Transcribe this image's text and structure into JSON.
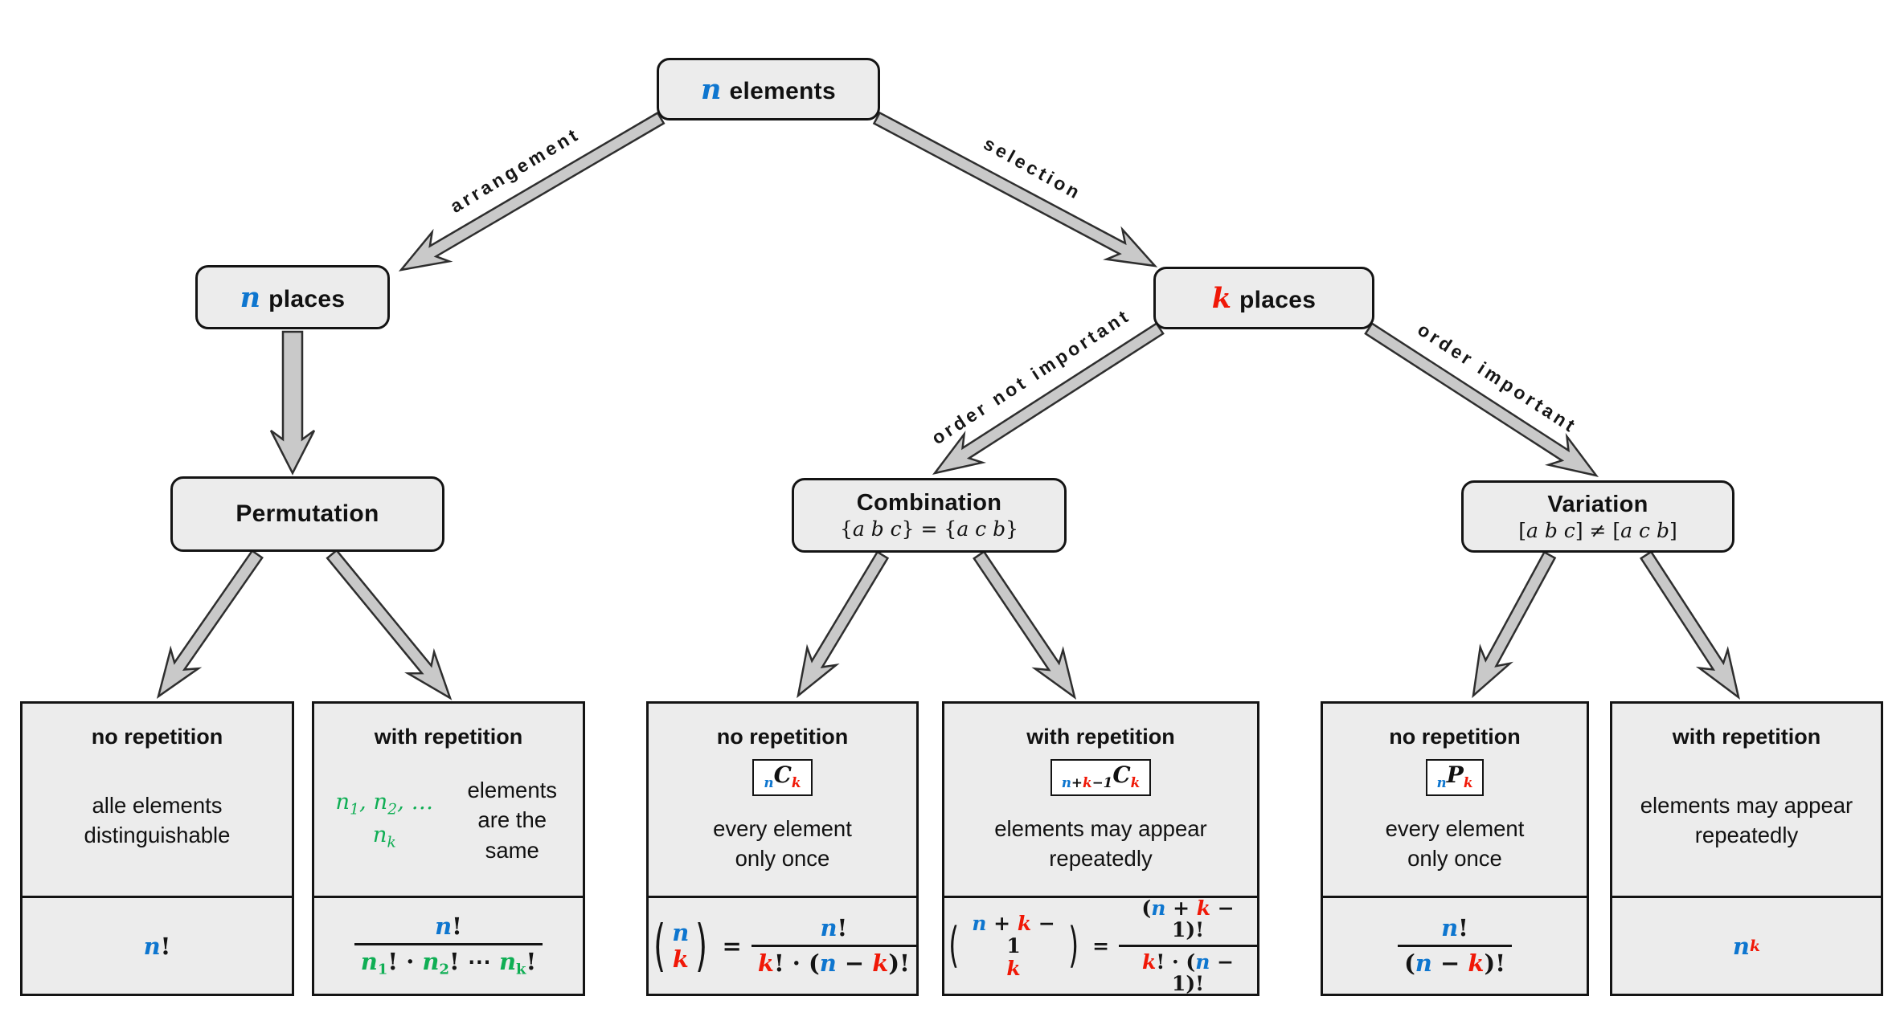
{
  "colors": {
    "math_blue": "#0e76cf",
    "math_red": "#f01807",
    "math_green": "#0fae54",
    "box_fill": "#ececec",
    "box_border": "#141414",
    "arrow_fill": "#c9c9c9",
    "arrow_outline": "#2e2e2e"
  },
  "nodes": {
    "root": {
      "math": "n",
      "label": "elements"
    },
    "n_places": {
      "math": "n",
      "label": "places"
    },
    "k_places": {
      "math": "k",
      "label": "places"
    },
    "permutation": {
      "title": "Permutation"
    },
    "combination": {
      "title": "Combination",
      "subtitle_html": "{<i>a b c</i>} = {<i>a c b</i>}"
    },
    "variation": {
      "title": "Variation",
      "subtitle_html": "[<i>a b c</i>] ≠ [<i>a c b</i>]"
    }
  },
  "edges": {
    "arrangement": "arrangement",
    "selection": "selection",
    "order_not_important": "order not important",
    "order_important": "order important"
  },
  "leaves": [
    {
      "title": "no repetition",
      "desc_html": "alle elements<br>distinguishable",
      "formula_html": "<i class='n'>n</i>!"
    },
    {
      "title": "with repetition",
      "desc_html": "<span class='dm'>n<sub>1</sub>, n<sub>2</sub>, … n<sub>k</sub></span> elements<br>are the same",
      "formula_html": "<span class='frac'><span class='num'><i class='n'>n</i>!</span><span class='den'><i class='g'>n</i><sub class='g'>1</sub>! · <i class='g'>n</i><sub class='g'>2</sub>! ⋯ <i class='g'>n</i><sub class='g'>k</sub>!</span></span>"
    },
    {
      "title": "no repetition",
      "badge_html": "<sub class='n'>n</sub>C<sub class='k'>k</sub>",
      "desc_html": "every element<br>only once",
      "formula_html": "<span class='binom'><span class='par'>(</span><span class='col'><span><i class='n'>n</i></span><span><i class='k'>k</i></span></span><span class='par'>)</span></span><span class='eq'>=</span><span class='frac'><span class='num'><i class='n'>n</i>!</span><span class='den'><i class='k'>k</i>! · (<i class='n'>n</i> − <i class='k'>k</i>)!</span></span>"
    },
    {
      "title": "with repetition",
      "badge_html": "<sub><span class='n'>n</span>+<span class='k'>k</span>−1</sub>C<sub class='k'>k</sub>",
      "desc_html": "elements may appear<br>repeatedly",
      "formula_html": "<span class='binom'><span class='par'>(</span><span class='col'><span><i class='n'>n</i> + <i class='k'>k</i> − 1</span><span><i class='k'>k</i></span></span><span class='par'>)</span></span><span class='eq'>=</span><span class='frac'><span class='num'>(<i class='n'>n</i> + <i class='k'>k</i> − 1)!</span><span class='den'><i class='k'>k</i>! · (<i class='n'>n</i> − 1)!</span></span>"
    },
    {
      "title": "no repetition",
      "badge_html": "<sub class='n'>n</sub>P<sub class='k'>k</sub>",
      "desc_html": "every element<br>only once",
      "formula_html": "<span class='frac'><span class='num'><i class='n'>n</i>!</span><span class='den'>(<i class='n'>n</i> − <i class='k'>k</i>)!</span></span>"
    },
    {
      "title": "with repetition",
      "desc_html": "elements may appear<br>repeatedly",
      "formula_html": "<i class='n'>n</i><sup class='k'><i>k</i></sup>"
    }
  ]
}
